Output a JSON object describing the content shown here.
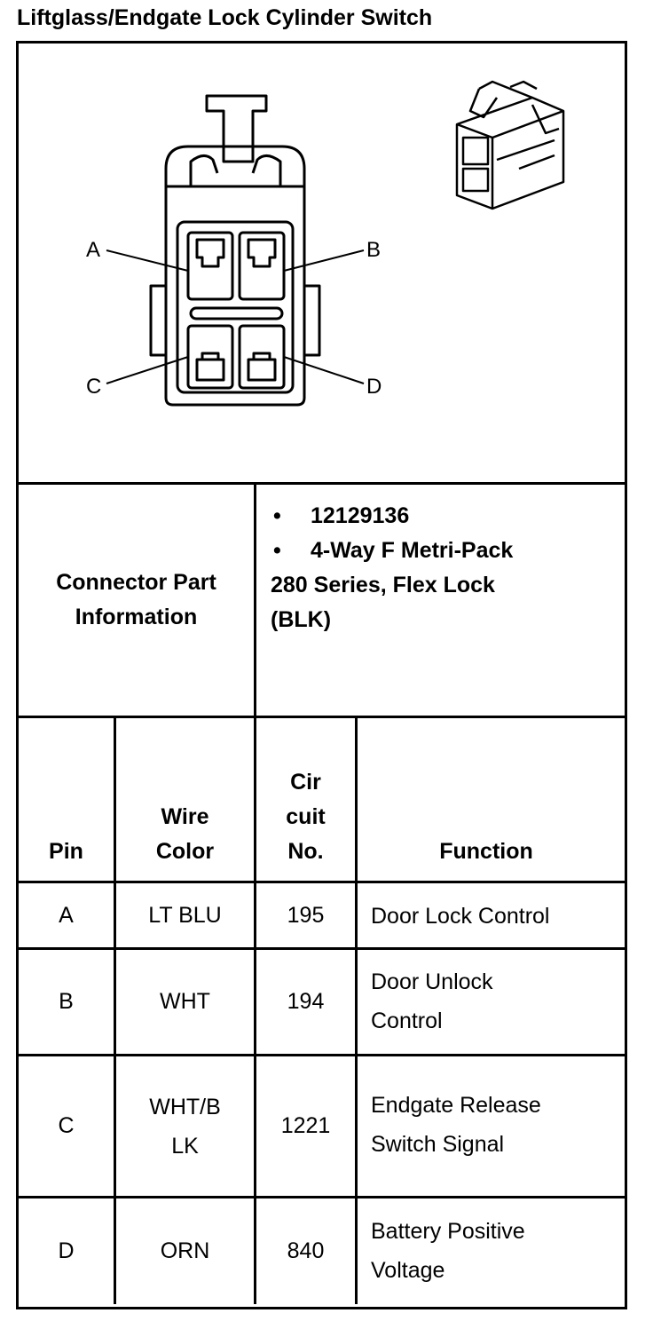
{
  "title": "Liftglass/Endgate Lock Cylinder Switch",
  "diagram": {
    "pin_labels": [
      "A",
      "B",
      "C",
      "D"
    ]
  },
  "connector": {
    "label_line1": "Connector Part",
    "label_line2": "Information",
    "bullets": [
      "12129136",
      "4-Way F Metri-Pack"
    ],
    "bullet_symbol": "•",
    "desc_lines": [
      "280 Series, Flex Lock",
      "(BLK)"
    ]
  },
  "table": {
    "headers": {
      "pin": "Pin",
      "wire_color_1": "Wire",
      "wire_color_2": "Color",
      "circuit_1": "Cir",
      "circuit_2": "cuit",
      "circuit_3": "No.",
      "function": "Function"
    },
    "rows": [
      {
        "pin": "A",
        "color": [
          "LT BLU"
        ],
        "circuit": "195",
        "function": [
          "Door Lock Control"
        ]
      },
      {
        "pin": "B",
        "color": [
          "WHT"
        ],
        "circuit": "194",
        "function": [
          "Door Unlock",
          "Control"
        ]
      },
      {
        "pin": "C",
        "color": [
          "WHT/B",
          "LK"
        ],
        "circuit": "1221",
        "function": [
          "Endgate Release",
          "Switch Signal"
        ]
      },
      {
        "pin": "D",
        "color": [
          "ORN"
        ],
        "circuit": "840",
        "function": [
          "Battery Positive",
          "Voltage"
        ]
      }
    ]
  }
}
